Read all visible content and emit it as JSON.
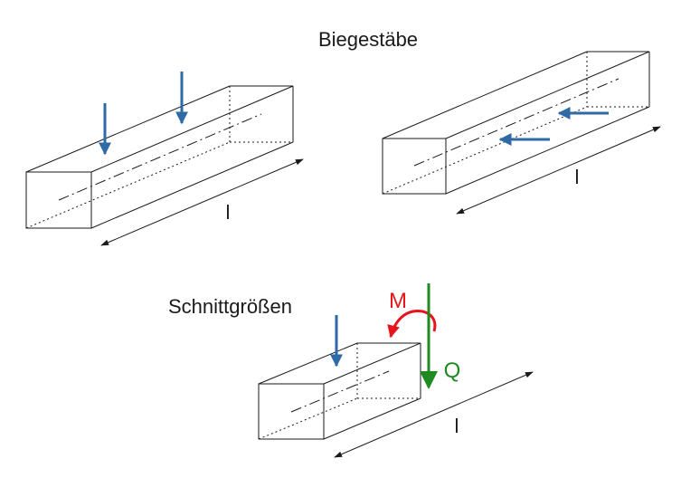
{
  "title": "Biegestäbe",
  "section_label": "Schnittgrößen",
  "length_label": "l",
  "moment_label": "M",
  "shear_label": "Q",
  "colors": {
    "line": "#1a1a1a",
    "load_arrow": "#2e6aa6",
    "moment": "#e8141b",
    "shear": "#1f8a1f"
  }
}
